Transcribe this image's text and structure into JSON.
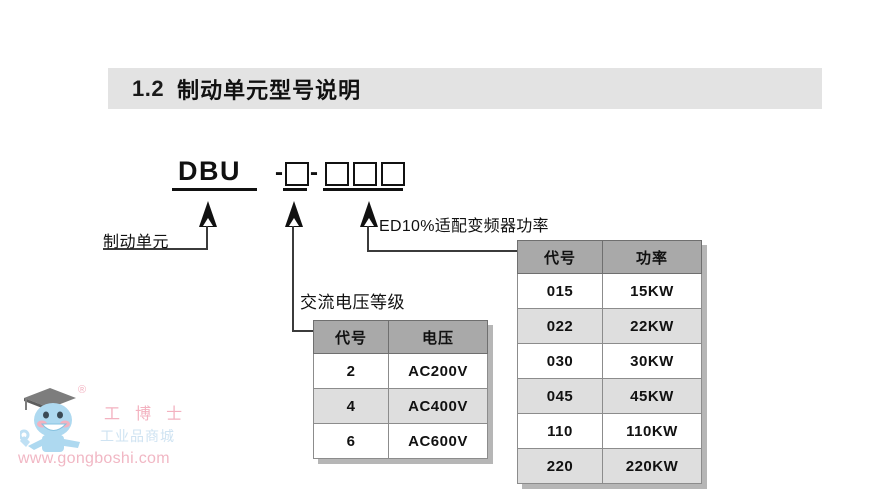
{
  "title": {
    "number": "1.2",
    "text": "制动单元型号说明"
  },
  "model_code": {
    "prefix": "DBU",
    "dash1": "-",
    "dash2": "-",
    "box_group_1_count": 1,
    "box_group_2_count": 3,
    "full_display": "DBU -□-□□□"
  },
  "callouts": [
    {
      "id": "brake-unit",
      "label": "制动单元"
    },
    {
      "id": "ac-voltage",
      "label": "交流电压等级"
    },
    {
      "id": "drive-power",
      "label": "ED10%适配变频器功率"
    }
  ],
  "voltage_table": {
    "headers": [
      "代号",
      "电压"
    ],
    "rows": [
      {
        "code": "2",
        "value": "AC200V"
      },
      {
        "code": "4",
        "value": "AC400V"
      },
      {
        "code": "6",
        "value": "AC600V"
      }
    ]
  },
  "power_table": {
    "headers": [
      "代号",
      "功率"
    ],
    "rows": [
      {
        "code": "015",
        "value": "15KW"
      },
      {
        "code": "022",
        "value": "22KW"
      },
      {
        "code": "030",
        "value": "30KW"
      },
      {
        "code": "045",
        "value": "45KW"
      },
      {
        "code": "110",
        "value": "110KW"
      },
      {
        "code": "220",
        "value": "220KW"
      }
    ]
  },
  "watermark": {
    "brand": "工 博 士",
    "registered": "®",
    "subtitle": "工业品商城",
    "url": "www.gongboshi.com"
  },
  "colors": {
    "title_bar_bg": "#e3e3e3",
    "table_header_bg": "#a9a9a9",
    "table_alt_row_bg": "#dedede",
    "table_row_bg": "#ffffff",
    "table_border": "#7c7c7c",
    "ink": "#111111",
    "watermark_pink": "#f1b7c4",
    "watermark_blue": "#aed9f0"
  }
}
